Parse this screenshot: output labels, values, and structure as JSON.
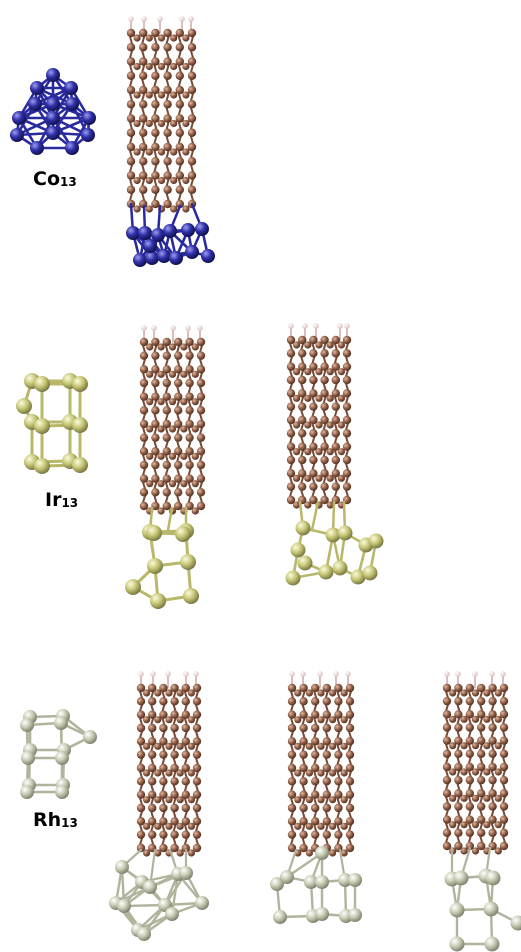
{
  "labels": {
    "co": {
      "element": "Co",
      "count": "13"
    },
    "ir": {
      "element": "Ir",
      "count": "13"
    },
    "rh": {
      "element": "Rh",
      "count": "13"
    }
  },
  "colors": {
    "carbon": "#8b5a43",
    "carbon_bond": "#7a4a35",
    "hydrogen": "#f3dcdc",
    "co_atom": "#2f2fa8",
    "co_bond": "#2a2aa0",
    "ir_atom": "#c8c878",
    "ir_bond": "#b8b86a",
    "rh_atom": "#c8ccb4",
    "rh_bond": "#b0b49c"
  }
}
